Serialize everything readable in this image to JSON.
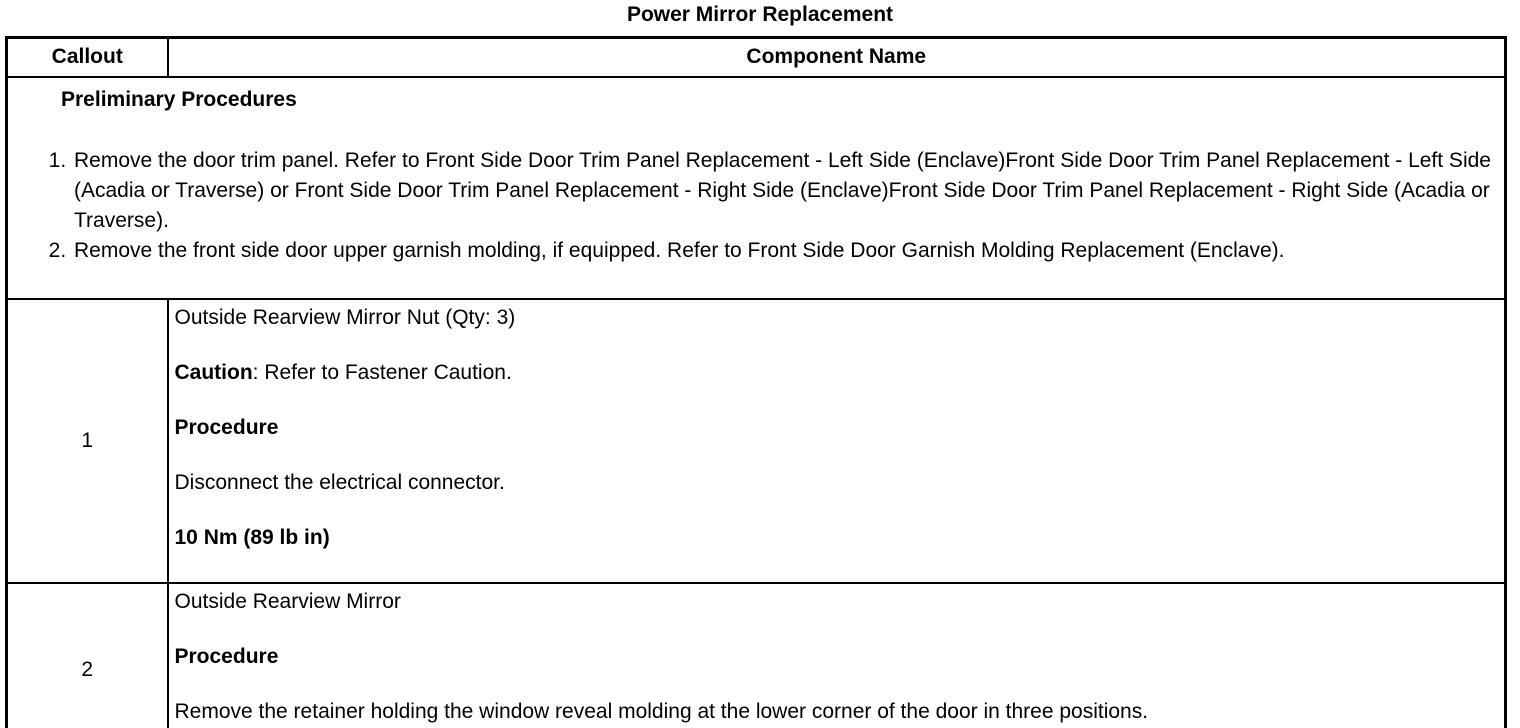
{
  "title": "Power Mirror Replacement",
  "table": {
    "headers": {
      "callout": "Callout",
      "component": "Component Name"
    },
    "preliminary": {
      "heading": "Preliminary Procedures",
      "steps": [
        "Remove the door trim panel. Refer to Front Side Door Trim Panel Replacement - Left Side (Enclave)Front Side Door Trim Panel Replacement - Left Side (Acadia or Traverse) or Front Side Door Trim Panel Replacement - Right Side (Enclave)Front Side Door Trim Panel Replacement - Right Side (Acadia or Traverse).",
        "Remove the front side door upper garnish molding, if equipped. Refer to Front Side Door Garnish Molding Replacement (Enclave)."
      ]
    },
    "rows": [
      {
        "callout": "1",
        "component_name": "Outside Rearview Mirror Nut (Qty: 3)",
        "caution_label": "Caution",
        "caution_text": ": Refer to Fastener Caution.",
        "procedure_label": "Procedure",
        "procedure_text": "Disconnect the electrical connector.",
        "torque": "10 Nm (89 lb in)"
      },
      {
        "callout": "2",
        "component_name": "Outside Rearview Mirror",
        "procedure_label": "Procedure",
        "procedure_text": "Remove the retainer holding the window reveal molding at the lower corner of the door in three positions."
      }
    ]
  }
}
